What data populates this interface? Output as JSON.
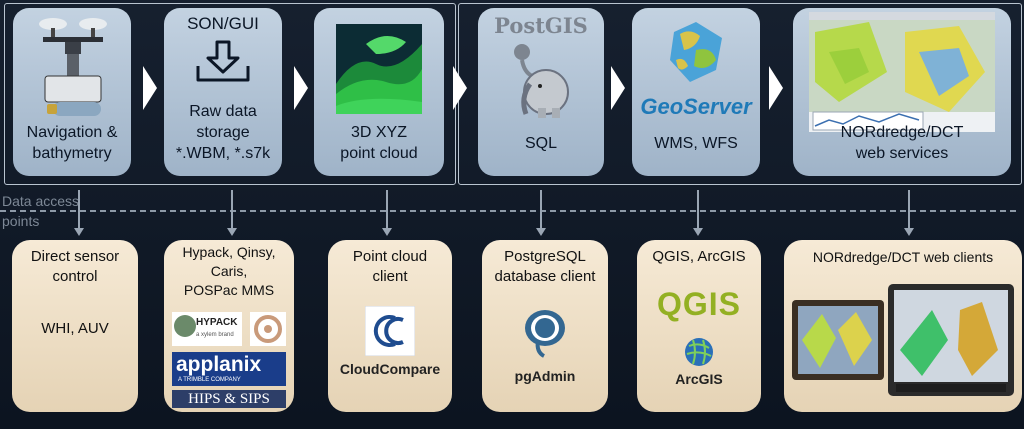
{
  "top_row": [
    {
      "label": "Navigation &\nbathymetry",
      "image": "sensor-equipment"
    },
    {
      "header": "SON/GUI",
      "label": "Raw data\nstorage\n*.WBM, *.s7k",
      "icon": "download-tray-icon"
    },
    {
      "label": "3D XYZ\npoint cloud",
      "image": "point-cloud-render"
    },
    {
      "logo_text": "PostGIS",
      "label": "SQL",
      "image": "postgis-elephant-logo"
    },
    {
      "logo_text": "GeoServer",
      "label": "WMS, WFS",
      "image": "geoserver-globe-logo"
    },
    {
      "label": "NORdredge/DCT\nweb services",
      "image": "web-map-screenshot"
    }
  ],
  "data_access_label": "Data access\npoints",
  "bottom_row": [
    {
      "title": "Direct sensor\ncontrol",
      "body": "WHI, AUV"
    },
    {
      "title": "Hypack, Qinsy,\nCaris,\nPOSPac MMS",
      "logos": {
        "hypack": "HYPACK",
        "hypack_sub": "a xylem brand",
        "applanix": "applanix",
        "applanix_sub": "A TRIMBLE COMPANY",
        "hips": "HIPS & SIPS"
      }
    },
    {
      "title": "Point cloud\nclient",
      "logo_text": "CloudCompare"
    },
    {
      "title": "PostgreSQL\ndatabase client",
      "logo_text": "pgAdmin"
    },
    {
      "title": "QGIS, ArcGIS",
      "logos": {
        "qgis": "QGIS",
        "arcgis": "ArcGIS"
      }
    },
    {
      "title": "NORdredge/DCT web clients",
      "image": "tablet-devices"
    }
  ],
  "colors": {
    "top_box": "#b4c6d8",
    "bottom_box": "#f0e2ca",
    "background": "#111a28",
    "arrow": "#ffffff",
    "qgis_green": "#93b023",
    "geoserver_blue": "#1f7ab8"
  }
}
